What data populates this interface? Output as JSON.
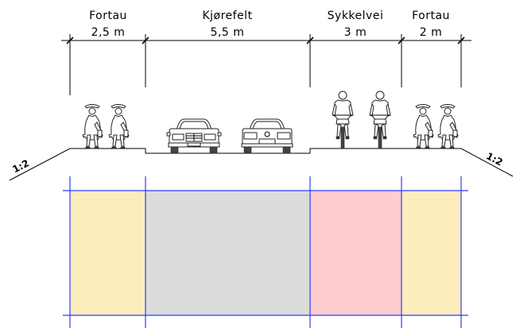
{
  "sections": [
    {
      "id": "fortau-left",
      "name": "Fortau",
      "width": "2,5 m",
      "color": "#fdedbd"
    },
    {
      "id": "kjorefelt",
      "name": "Kjørefelt",
      "width": "5,5 m",
      "color": "#dcdcdc"
    },
    {
      "id": "sykkelvei",
      "name": "Sykkelvei",
      "width": "3 m",
      "color": "#ffccd0"
    },
    {
      "id": "fortau-right",
      "name": "Fortau",
      "width": "2 m",
      "color": "#fdedbd"
    }
  ],
  "slopes": {
    "left": "1:2",
    "right": "1:2"
  },
  "plan_grid_color": "#2a3ff5",
  "figures": {
    "pedestrians": "pedestrian-icon",
    "cars": "car-icon",
    "cyclists": "cyclist-icon"
  }
}
